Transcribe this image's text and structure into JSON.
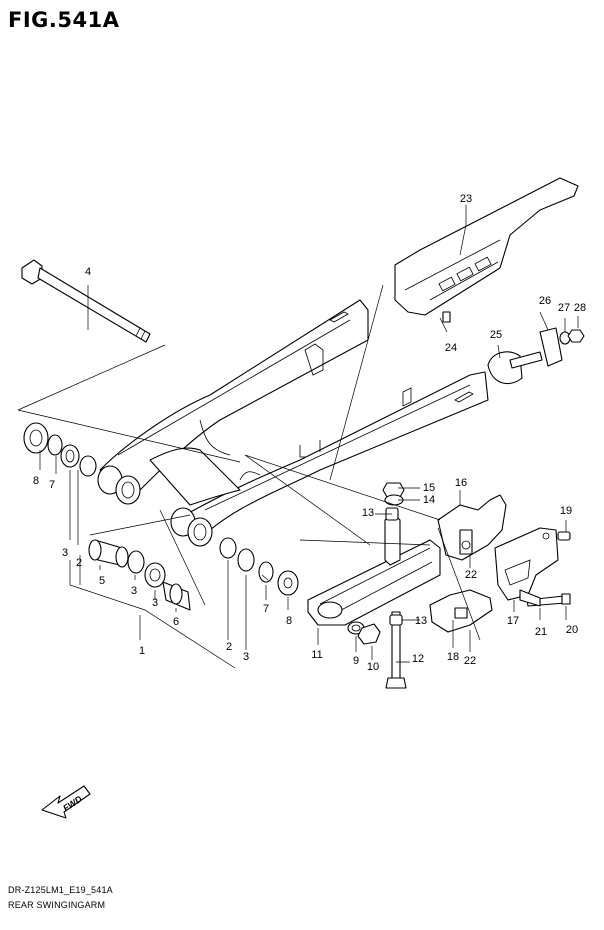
{
  "figure": {
    "title": "FIG.541A"
  },
  "footer": {
    "code": "DR-Z125LM1_E19_541A",
    "caption": "REAR SWINGINGARM"
  },
  "fwd": {
    "label": "FWD"
  },
  "callouts": [
    {
      "id": "c1",
      "text": "1"
    },
    {
      "id": "c2a",
      "text": "2"
    },
    {
      "id": "c2b",
      "text": "2"
    },
    {
      "id": "c3a",
      "text": "3"
    },
    {
      "id": "c3b",
      "text": "3"
    },
    {
      "id": "c3c",
      "text": "3"
    },
    {
      "id": "c3d",
      "text": "3"
    },
    {
      "id": "c4",
      "text": "4"
    },
    {
      "id": "c5",
      "text": "5"
    },
    {
      "id": "c6",
      "text": "6"
    },
    {
      "id": "c7a",
      "text": "7"
    },
    {
      "id": "c7b",
      "text": "7"
    },
    {
      "id": "c8a",
      "text": "8"
    },
    {
      "id": "c8b",
      "text": "8"
    },
    {
      "id": "c9",
      "text": "9"
    },
    {
      "id": "c10",
      "text": "10"
    },
    {
      "id": "c11",
      "text": "11"
    },
    {
      "id": "c12",
      "text": "12"
    },
    {
      "id": "c13a",
      "text": "13"
    },
    {
      "id": "c13b",
      "text": "13"
    },
    {
      "id": "c14",
      "text": "14"
    },
    {
      "id": "c15",
      "text": "15"
    },
    {
      "id": "c16",
      "text": "16"
    },
    {
      "id": "c17",
      "text": "17"
    },
    {
      "id": "c18",
      "text": "18"
    },
    {
      "id": "c19",
      "text": "19"
    },
    {
      "id": "c20",
      "text": "20"
    },
    {
      "id": "c21",
      "text": "21"
    },
    {
      "id": "c22a",
      "text": "22"
    },
    {
      "id": "c22b",
      "text": "22"
    },
    {
      "id": "c23",
      "text": "23"
    },
    {
      "id": "c24",
      "text": "24"
    },
    {
      "id": "c25",
      "text": "25"
    },
    {
      "id": "c26",
      "text": "26"
    },
    {
      "id": "c27",
      "text": "27"
    },
    {
      "id": "c28",
      "text": "28"
    }
  ]
}
